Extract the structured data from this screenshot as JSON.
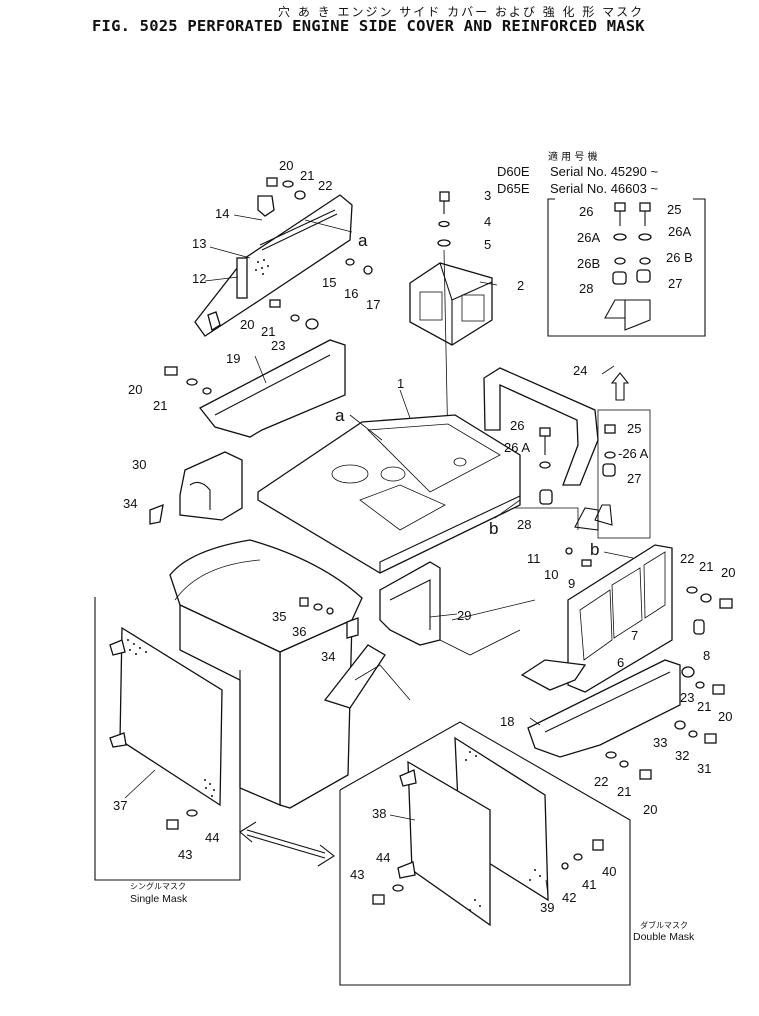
{
  "header": {
    "japanese_title": "穴 あ き エンジン サイド カバー および 強 化 形 マスク",
    "figure_title": "FIG. 5025  PERFORATED ENGINE SIDE COVER AND REINFORCED MASK"
  },
  "applicability": {
    "heading_jp": "適 用 号 機",
    "lines": [
      {
        "model": "D60E",
        "serial": "Serial  No. 45290 ~"
      },
      {
        "model": "D65E",
        "serial": "Serial  No. 46603 ~"
      }
    ]
  },
  "inset_parts": [
    "26",
    "25",
    "26A",
    "26A",
    "26B",
    "26 B",
    "28",
    "27"
  ],
  "callouts": {
    "c1": "1",
    "c2": "2",
    "c3": "3",
    "c4": "4",
    "c5": "5",
    "c6": "6",
    "c7": "7",
    "c8": "8",
    "c9": "9",
    "c10": "10",
    "c11": "11",
    "c12": "12",
    "c13": "13",
    "c14": "14",
    "c15": "15",
    "c16": "16",
    "c17": "17",
    "c18": "18",
    "c19": "19",
    "c20": "20",
    "c21": "21",
    "c22": "22",
    "c23": "23",
    "c24": "24",
    "c25": "25",
    "c26": "26",
    "c26a": "26 A",
    "c27": "27",
    "c28": "28",
    "c29": "29",
    "c30": "30",
    "c31": "31",
    "c32": "32",
    "c33": "33",
    "c34": "34",
    "c35": "35",
    "c36": "36",
    "c37": "37",
    "c38": "38",
    "c39": "39",
    "c40": "40",
    "c41": "41",
    "c42": "42",
    "c43": "43",
    "c44": "44",
    "la": "a",
    "lb": "b",
    "c20b": "20",
    "c21b": "21",
    "c22b": "22",
    "c20c": "20",
    "c21c": "21",
    "c23b": "23",
    "c20d": "20",
    "c21d": "21",
    "c22d": "22",
    "c20e": "20",
    "c21e": "21",
    "c22e": "22",
    "c23c": "23",
    "c25b": "25",
    "c26ab": "-26 A",
    "c27b": "27",
    "c34b": "34",
    "c43b": "43",
    "c44b": "44"
  },
  "captions": {
    "single_jp": "シングルマスク",
    "single_en": "Single Mask",
    "double_jp": "ダブルマスク",
    "double_en": "Double Mask"
  }
}
